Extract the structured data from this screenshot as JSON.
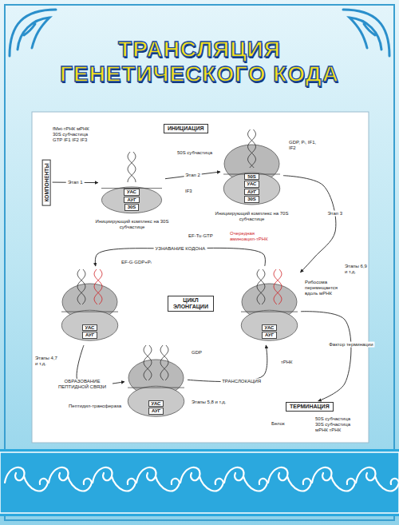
{
  "diagram": {
    "title": "ТРАНСЛЯЦИЯ ГЕНЕТИЧЕСКОГО КОДА",
    "nodes": [
      {
        "text": [
          "ИНИЦИАЦИЯ"
        ]
      },
      {
        "text": [
          "КОМПОНЕНТЫ"
        ]
      },
      {
        "text": [
          "УАС",
          "АУГ",
          "30S"
        ]
      },
      {
        "text": [
          "50S",
          "УАС",
          "АУГ",
          "30S"
        ]
      },
      {
        "text": [
          "ЦИКЛ ЭЛОНГАЦИИ"
        ]
      },
      {
        "text": [
          "УАС",
          "АУГ"
        ]
      },
      {
        "text": [
          "УАС",
          "АУГ"
        ]
      },
      {
        "text": [
          "УАС",
          "АУГ"
        ]
      },
      {
        "text": [
          "ТЕРМИНАЦИЯ"
        ]
      }
    ],
    "edges": [
      {
        "from": 1,
        "to": 2,
        "arrow": "to",
        "label": "Этап 1"
      },
      {
        "from": 2,
        "to": 3,
        "arrow": "to",
        "label": "Этап 2"
      },
      {
        "from": 3,
        "to": 7,
        "arrow": "to",
        "label": "Этап 3"
      },
      {
        "from": 7,
        "to": 5,
        "arrow": "to",
        "label": "УЗНАВАНИЕ КОДОНА"
      },
      {
        "from": 5,
        "to": 6,
        "arrow": "to",
        "label": "ОБРАЗОВАНИЕ ПЕПТИДНОЙ СВЯЗИ"
      },
      {
        "from": 6,
        "to": 7,
        "arrow": "to",
        "label": "ТРАНСЛОКАЦИЯ"
      },
      {
        "from": 7,
        "to": 8,
        "arrow": "to",
        "label": "Фактор терминации"
      }
    ],
    "labels": [
      "fMet-тРНК мРНК 30S субчастица GTP IF1 IF2 IF3",
      "Инициирующий комплекс на 30S субчастице",
      "50S субчастица",
      "IF3",
      "Инициирующий комплекс на 70S субчастице",
      "GDP, Pᵢ, IF1, IF2",
      "EF-Tu·GTP",
      "Очередная аминоацил-тРНК",
      "EF-G·GDP+Pᵢ",
      "Этапы 6,9 и т.д.",
      "Рибосома перемещается вдоль мРНК",
      "Этапы 4,7 и т.д.",
      "Пептидил-трансфераза",
      "GDP",
      "Этапы 5,8 и т.д.",
      "тРНК",
      "Белок",
      "50S субчастица 30S субчастица мРНК тРНК"
    ]
  }
}
